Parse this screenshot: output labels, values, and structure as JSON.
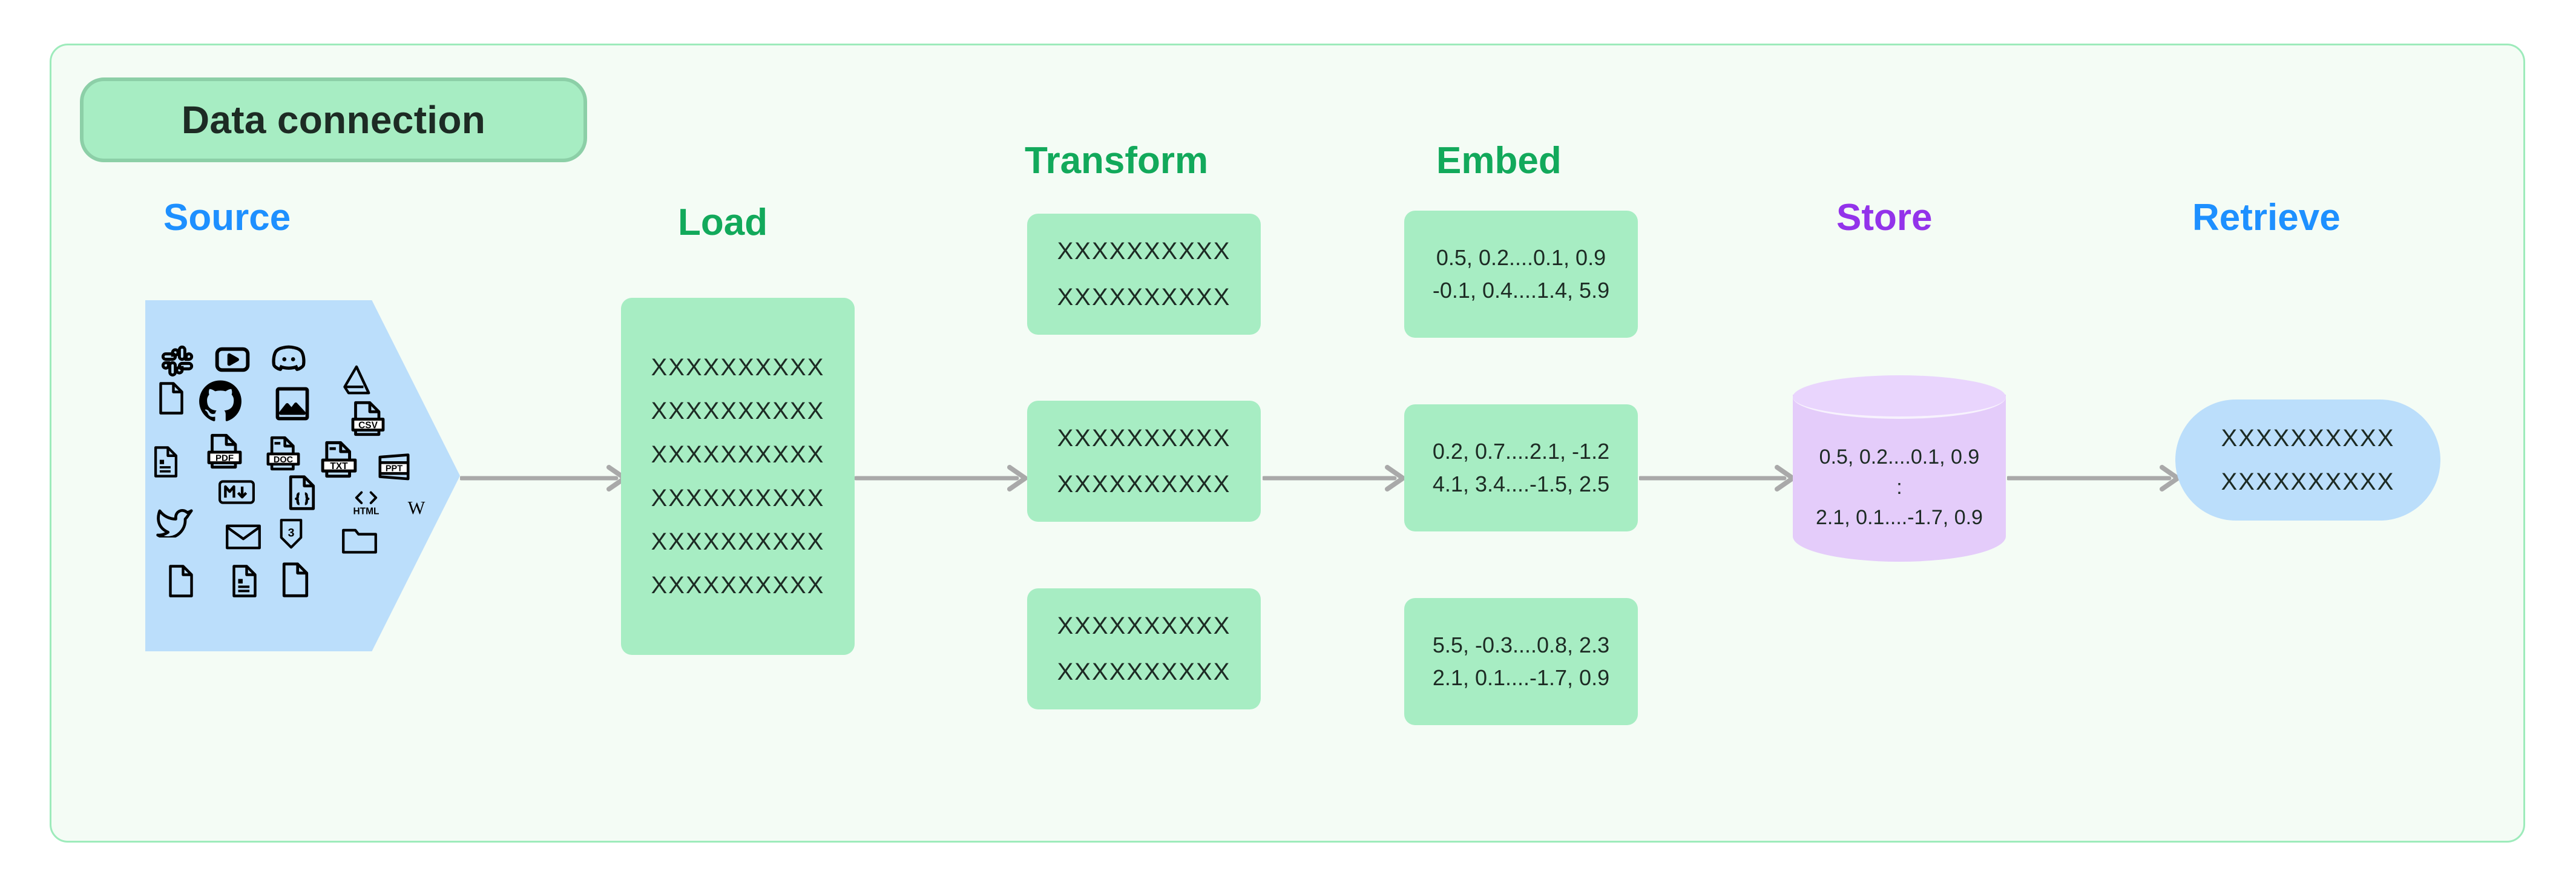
{
  "badge": {
    "label": "Data connection"
  },
  "stages": [
    {
      "key": "source",
      "label": "Source",
      "color": "#1E90FF"
    },
    {
      "key": "load",
      "label": "Load",
      "color": "#12A95B"
    },
    {
      "key": "transform",
      "label": "Transform",
      "color": "#12A95B"
    },
    {
      "key": "embed",
      "label": "Embed",
      "color": "#12A95B"
    },
    {
      "key": "store",
      "label": "Store",
      "color": "#9333EA"
    },
    {
      "key": "retrieve",
      "label": "Retrieve",
      "color": "#1E90FF"
    }
  ],
  "source": {
    "shape": "pentagon-arrow",
    "fill": "#BBDEFB",
    "icons": [
      "slack-icon",
      "youtube-icon",
      "discord-icon",
      "file-blank-icon",
      "github-icon",
      "image-icon",
      "google-drive-icon",
      "csv-file-icon",
      "document-lines-icon",
      "pdf-file-icon",
      "doc-file-icon",
      "txt-file-icon",
      "ppt-file-icon",
      "markdown-icon",
      "code-file-icon",
      "html-icon",
      "wikipedia-icon",
      "twitter-icon",
      "email-icon",
      "css3-icon",
      "folder-icon",
      "file-blank-icon-2",
      "document-lines-icon-2",
      "file-blank-icon-3"
    ]
  },
  "load": {
    "fill": "#A7EDC3",
    "lines": [
      "XXXXXXXXXX",
      "XXXXXXXXXX",
      "XXXXXXXXXX",
      "XXXXXXXXXX",
      "XXXXXXXXXX",
      "XXXXXXXXXX"
    ]
  },
  "transform": {
    "fill": "#A7EDC3",
    "chunks": [
      {
        "lines": [
          "XXXXXXXXXX",
          "XXXXXXXXXX"
        ]
      },
      {
        "lines": [
          "XXXXXXXXXX",
          "XXXXXXXXXX"
        ]
      },
      {
        "lines": [
          "XXXXXXXXXX",
          "XXXXXXXXXX"
        ]
      }
    ]
  },
  "embed": {
    "fill": "#A7EDC3",
    "vectors": [
      {
        "lines": [
          "0.5, 0.2....0.1, 0.9",
          "-0.1, 0.4....1.4, 5.9"
        ]
      },
      {
        "lines": [
          "0.2, 0.7....2.1, -1.2",
          "4.1, 3.4....-1.5, 2.5"
        ]
      },
      {
        "lines": [
          "5.5, -0.3....0.8, 2.3",
          "2.1, 0.1....-1.7, 0.9"
        ]
      }
    ]
  },
  "store": {
    "shape": "cylinder",
    "fill": "#E4CCFA",
    "lines": [
      "0.5, 0.2....0.1, 0.9",
      ":",
      "2.1, 0.1....-1.7, 0.9"
    ]
  },
  "retrieve": {
    "shape": "pill",
    "fill": "#BBDEFB",
    "lines": [
      "XXXXXXXXXX",
      "XXXXXXXXXX"
    ]
  },
  "arrows": {
    "color": "#A9A9A9",
    "count": 5,
    "direction": "right"
  },
  "frame": {
    "background": "#F4FCF5",
    "border_color": "#9DEBBB"
  }
}
